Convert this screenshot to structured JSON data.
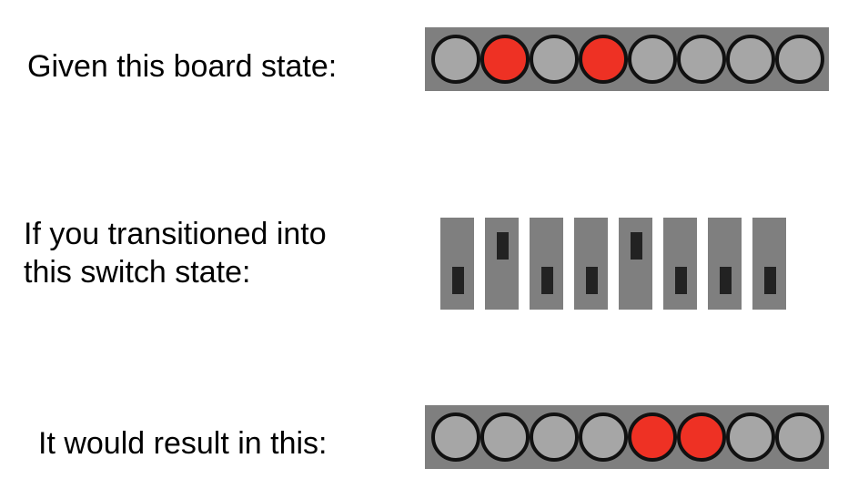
{
  "captions": {
    "given": "Given this board state:",
    "transition": "If you transitioned into\nthis switch state:",
    "result": "It would result in this:"
  },
  "colors": {
    "on": "#ee3124",
    "off": "#a6a6a6",
    "board": "#7f7f7f",
    "knob": "#222222"
  },
  "initial_board": [
    "off",
    "on",
    "off",
    "on",
    "off",
    "off",
    "off",
    "off"
  ],
  "switches": [
    "down",
    "up",
    "down",
    "down",
    "up",
    "down",
    "down",
    "down"
  ],
  "result_board": [
    "off",
    "off",
    "off",
    "off",
    "on",
    "on",
    "off",
    "off"
  ]
}
